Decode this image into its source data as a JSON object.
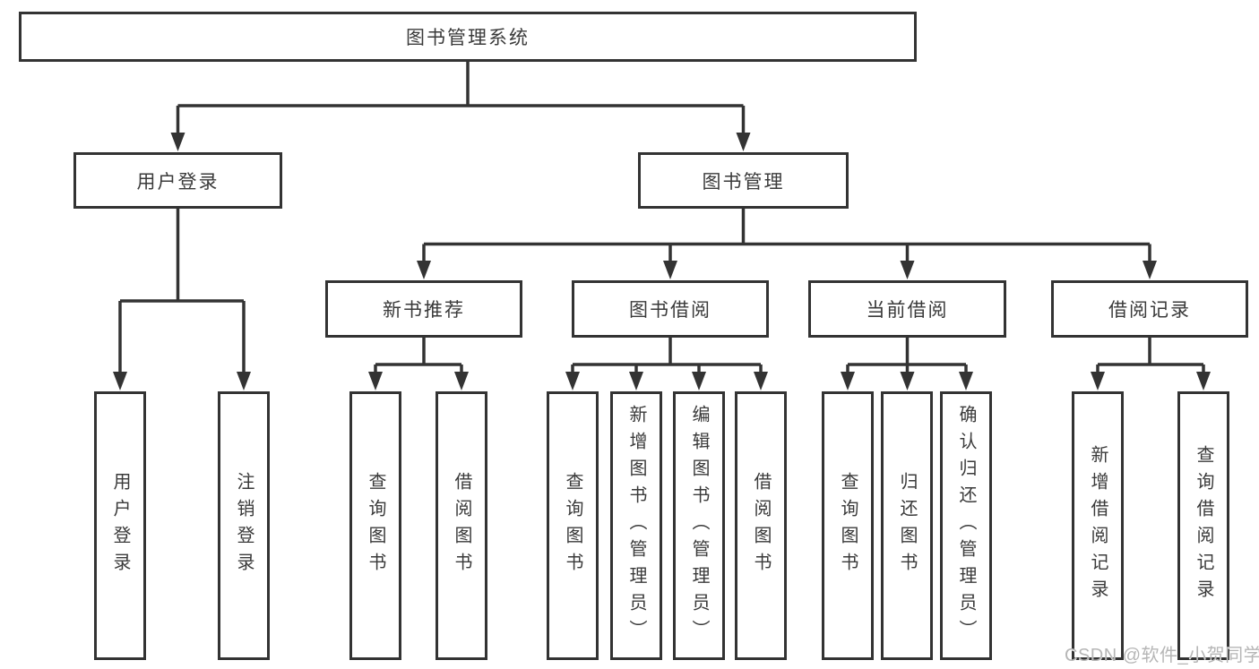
{
  "diagram": {
    "root": {
      "label": "图书管理系统"
    },
    "level2": {
      "user_login": {
        "label": "用户登录"
      },
      "book_management": {
        "label": "图书管理"
      }
    },
    "level3": {
      "new_book_recommend": {
        "label": "新书推荐"
      },
      "book_borrow": {
        "label": "图书借阅"
      },
      "current_borrow": {
        "label": "当前借阅"
      },
      "borrow_records": {
        "label": "借阅记录"
      }
    },
    "leaves": {
      "user_login": [
        "用户登录",
        "注销登录"
      ],
      "new_book_recommend": [
        "查询图书",
        "借阅图书"
      ],
      "book_borrow": [
        "查询图书",
        "新增图书（管理员）",
        "编辑图书（管理员）",
        "借阅图书"
      ],
      "current_borrow": [
        "查询图书",
        "归还图书",
        "确认归还（管理员）"
      ],
      "borrow_records": [
        "新增借阅记录",
        "查询借阅记录"
      ]
    }
  },
  "watermark": {
    "text": "CSDN @软件_小贺同学"
  },
  "colors": {
    "line": "#333333",
    "text": "#3a3a3a",
    "watermark": "#b6b6b6",
    "background": "#ffffff"
  }
}
